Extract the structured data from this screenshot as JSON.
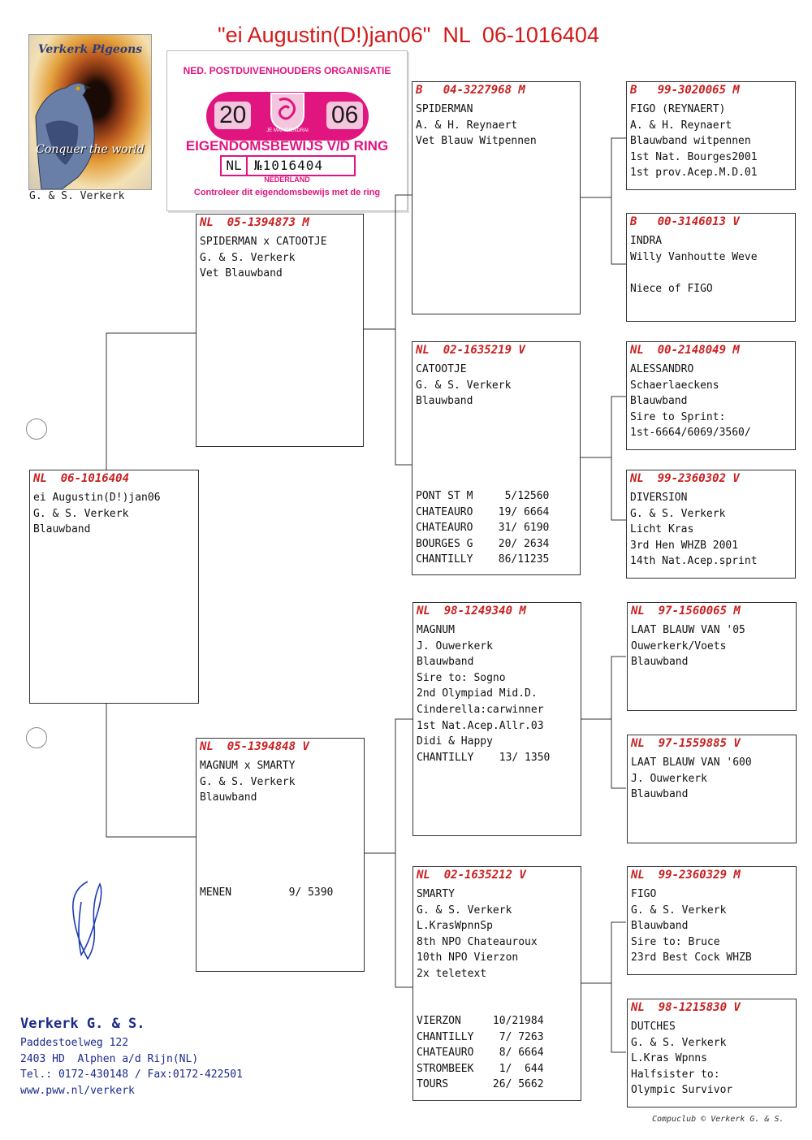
{
  "title": "\"ei Augustin(D!)jan06\"  NL  06-1016404",
  "logo": {
    "top_text": "Verkerk Pigeons",
    "bottom_text": "Conquer the world",
    "caption": "G. & S. Verkerk"
  },
  "certificate": {
    "org": "NED. POSTDUIVENHOUDERS ORGANISATIE",
    "year_left": "20",
    "year_right": "06",
    "motto": "JE MAINTIENDRAI",
    "heading": "EIGENDOMSBEWIJS V/D RING",
    "country": "NL",
    "number": "№1016404",
    "nation": "NEDERLAND",
    "note": "Controleer dit eigendomsbewijs met de ring"
  },
  "pedigree": {
    "subject": {
      "ring": "NL  06-1016404",
      "lines": [
        "ei Augustin(D!)jan06",
        "G. & S. Verkerk",
        "Blauwband"
      ]
    },
    "sire": {
      "ring": "NL  05-1394873 M",
      "lines": [
        "SPIDERMAN x CATOOTJE",
        "G. & S. Verkerk",
        "Vet Blauwband"
      ]
    },
    "dam": {
      "ring": "NL  05-1394848 V",
      "lines": [
        "MAGNUM x SMARTY",
        "G. & S. Verkerk",
        "Blauwband"
      ],
      "races": [
        "MENEN         9/ 5390"
      ]
    },
    "sire_sire": {
      "ring": "B   04-3227968 M",
      "lines": [
        "SPIDERMAN",
        "A. & H. Reynaert",
        "Vet Blauw Witpennen"
      ]
    },
    "sire_dam": {
      "ring": "NL  02-1635219 V",
      "lines": [
        "CATOOTJE",
        "G. & S. Verkerk",
        "Blauwband"
      ],
      "races": [
        "PONT ST M     5/12560",
        "CHATEAURO    19/ 6664",
        "CHATEAURO    31/ 6190",
        "BOURGES G    20/ 2634",
        "CHANTILLY    86/11235"
      ]
    },
    "dam_sire": {
      "ring": "NL  98-1249340 M",
      "lines": [
        "MAGNUM",
        "J. Ouwerkerk",
        "Blauwband",
        "Sire to: Sogno",
        "2nd Olympiad Mid.D.",
        "Cinderella:carwinner",
        "1st Nat.Acep.Allr.03",
        "Didi & Happy",
        "CHANTILLY    13/ 1350"
      ]
    },
    "dam_dam": {
      "ring": "NL  02-1635212 V",
      "lines": [
        "SMARTY",
        "G. & S. Verkerk",
        "L.KrasWpnnSp",
        "8th NPO Chateauroux",
        "10th NPO Vierzon",
        "2x teletext"
      ],
      "races": [
        "VIERZON     10/21984",
        "CHANTILLY    7/ 7263",
        "CHATEAURO    8/ 6664",
        "STROMBEEK    1/  644",
        "TOURS       26/ 5662"
      ]
    },
    "ss_sire": {
      "ring": "B   99-3020065 M",
      "lines": [
        "FIGO (REYNAERT)",
        "A. & H. Reynaert",
        "Blauwband witpennen",
        "1st Nat. Bourges2001",
        "1st prov.Acep.M.D.01"
      ]
    },
    "ss_dam": {
      "ring": "B   00-3146013 V",
      "lines": [
        "INDRA",
        "Willy Vanhoutte Weve",
        "",
        "Niece of FIGO"
      ]
    },
    "sd_sire": {
      "ring": "NL  00-2148049 M",
      "lines": [
        "ALESSANDRO",
        "Schaerlaeckens",
        "Blauwband",
        "Sire to Sprint:",
        "1st-6664/6069/3560/"
      ]
    },
    "sd_dam": {
      "ring": "NL  99-2360302 V",
      "lines": [
        "DIVERSION",
        "G. & S. Verkerk",
        "Licht Kras",
        "3rd Hen WHZB 2001",
        "14th Nat.Acep.sprint"
      ]
    },
    "ds_sire": {
      "ring": "NL  97-1560065 M",
      "lines": [
        "LAAT BLAUW VAN '05",
        "Ouwerkerk/Voets",
        "Blauwband"
      ]
    },
    "ds_dam": {
      "ring": "NL  97-1559885 V",
      "lines": [
        "LAAT BLAUW VAN '600",
        "J. Ouwerkerk",
        "Blauwband"
      ]
    },
    "dd_sire": {
      "ring": "NL  99-2360329 M",
      "lines": [
        "FIGO",
        "G. & S. Verkerk",
        "Blauwband",
        "Sire to: Bruce",
        "23rd Best Cock WHZB"
      ]
    },
    "dd_dam": {
      "ring": "NL  98-1215830 V",
      "lines": [
        "DUTCHES",
        "G. & S. Verkerk",
        "L.Kras Wpnns",
        "Halfsister to:",
        "Olympic Survivor"
      ]
    }
  },
  "owner": {
    "name": "Verkerk G. & S.",
    "street": "Paddestoelweg 122",
    "city": "2403 HD  Alphen a/d Rijn(NL)",
    "phone": "Tel.: 0172-430148 / Fax:0172-422501",
    "web": "www.pww.nl/verkerk"
  },
  "credit": "Compuclub © Verkerk G. & S."
}
